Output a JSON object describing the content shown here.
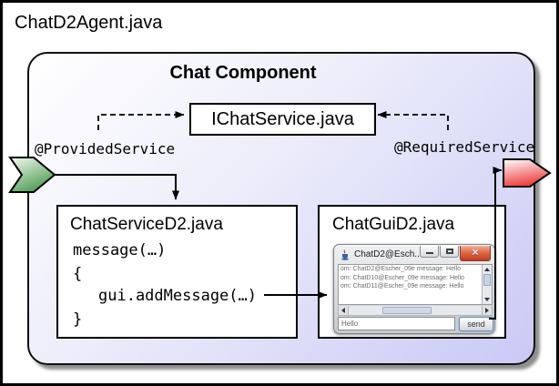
{
  "page": {
    "title": "ChatD2Agent.java"
  },
  "component": {
    "title": "Chat Component",
    "interface_box": {
      "label": "IChatService.java"
    },
    "provided_annotation": "@ProvidedService",
    "required_annotation": "@RequiredService",
    "service_box": {
      "title": "ChatServiceD2.java",
      "code_lines": [
        "message(…)",
        "{",
        "gui.addMessage(…)",
        "}"
      ]
    },
    "gui_box": {
      "title": "ChatGuiD2.java",
      "chat_window": {
        "title": "ChatD2@Esch...",
        "messages": [
          "om: ChatD2@Escher_09e message: Hello",
          "om: ChatD10@Escher_09e message: Hello",
          "om: ChatD11@Escher_09e message: Hello"
        ],
        "input_value": "Hello",
        "send_label": "send"
      }
    }
  },
  "icons": {
    "provided_port": "green-chevron-arrow",
    "required_port": "red-pentagon-arrow",
    "window_icon": "java-cup",
    "close_glyph": "×"
  },
  "colors": {
    "component_gradient_start": "#ffffff",
    "component_gradient_end": "#c9c9f5",
    "provided_arrow_green": "#4f9e53",
    "required_arrow_red": "#ee3f3f",
    "close_button_red": "#c23d22",
    "connector_black": "#000000"
  }
}
